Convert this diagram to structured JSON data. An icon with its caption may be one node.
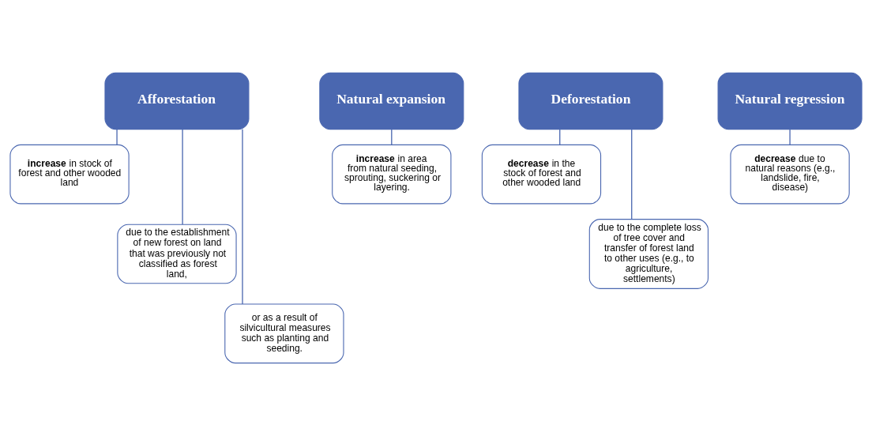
{
  "diagram": {
    "nodes": [
      {
        "text": [
          "Afforestation"
        ]
      },
      {
        "text": [
          "**increase** in stock of forest and other wooded land"
        ]
      },
      {
        "text": [
          "due to the establishment of new forest on land that was previously not classified as forest land,"
        ]
      },
      {
        "text": [
          "or as a result of silvicultural measures such as planting and seeding."
        ]
      },
      {
        "text": [
          "Natural expansion"
        ]
      },
      {
        "text": [
          "**increase** in area from natural seeding, sprouting, suckering or layering."
        ]
      },
      {
        "text": [
          "Deforestation"
        ]
      },
      {
        "text": [
          "**decrease** in the stock of forest and other wooded land"
        ]
      },
      {
        "text": [
          "due to the complete loss of tree cover and transfer of forest land to other uses (e.g., to agriculture, settlements)"
        ]
      },
      {
        "text": [
          "Natural regression"
        ]
      },
      {
        "text": [
          "**decrease** due to natural reasons (e.g., landslide, fire, disease)"
        ]
      }
    ],
    "edges": [
      {
        "from": 0,
        "to": 1,
        "arrow": "none"
      },
      {
        "from": 0,
        "to": 2,
        "arrow": "none"
      },
      {
        "from": 0,
        "to": 3,
        "arrow": "none"
      },
      {
        "from": 4,
        "to": 5,
        "arrow": "none"
      },
      {
        "from": 6,
        "to": 7,
        "arrow": "none"
      },
      {
        "from": 6,
        "to": 8,
        "arrow": "none"
      },
      {
        "from": 9,
        "to": 10,
        "arrow": "none"
      }
    ]
  }
}
